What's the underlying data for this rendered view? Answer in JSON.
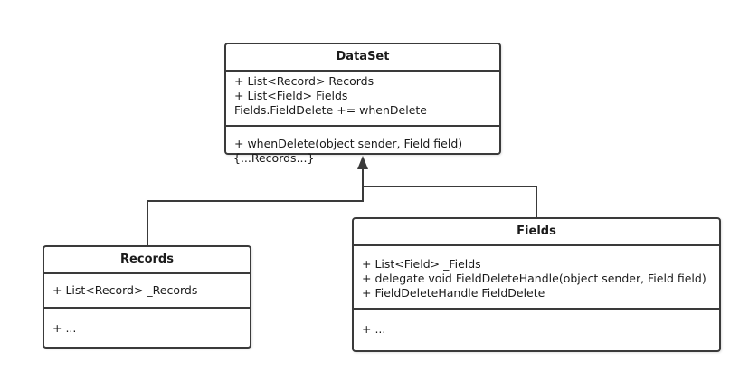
{
  "diagram": {
    "classes": {
      "dataset": {
        "name": "DataSet",
        "attributes": [
          "+ List<Record> Records",
          "+ List<Field> Fields",
          "Fields.FieldDelete += whenDelete"
        ],
        "operations": [
          "+ whenDelete(object sender, Field field)"
        ],
        "note": "{...Records...}"
      },
      "records": {
        "name": "Records",
        "attributes": [
          "+ List<Record>  _Records"
        ],
        "operations": [
          "+ ..."
        ]
      },
      "fields": {
        "name": "Fields",
        "attributes": [
          "+ List<Field>  _Fields",
          "+ delegate void FieldDeleteHandle(object sender, Field field)",
          "+ FieldDeleteHandle FieldDelete"
        ],
        "operations": [
          "+ ..."
        ]
      }
    },
    "relationships": [
      {
        "from": "Records",
        "to": "DataSet",
        "kind": "association-arrow"
      },
      {
        "from": "Fields",
        "to": "DataSet",
        "kind": "association-arrow"
      }
    ],
    "colors": {
      "stroke": "#3a3a3a",
      "background": "#ffffff",
      "text": "#1a1a1a"
    }
  }
}
